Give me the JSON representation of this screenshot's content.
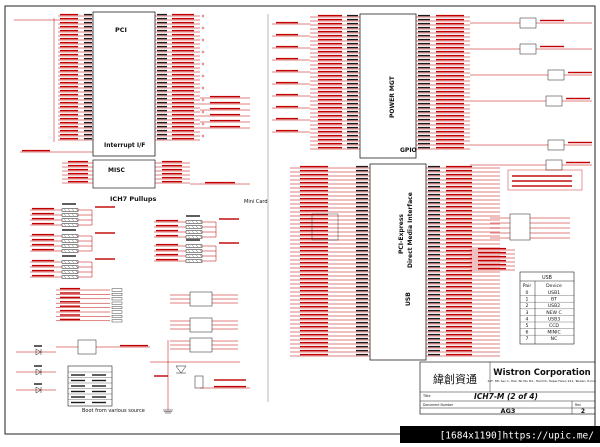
{
  "sections": {
    "pci": "PCI",
    "interrupt": "Interrupt I/F",
    "misc": "MISC",
    "pullups": "ICH7 Pullups",
    "gpio": "GPIO",
    "power_mgt": "POWER MGT",
    "pcie": "PCI-Express",
    "direct_media": "Direct Media Interface",
    "usb": "USB",
    "boot_source": "Boot from various source",
    "mini_card": "Mini Card"
  },
  "usb_table": {
    "title": "USB",
    "headers": [
      "Pair",
      "Device"
    ],
    "rows": [
      [
        "0",
        "USB1"
      ],
      [
        "1",
        "BT"
      ],
      [
        "2",
        "USB2"
      ],
      [
        "3",
        "NEW C"
      ],
      [
        "4",
        "USB3"
      ],
      [
        "5",
        "CCD"
      ],
      [
        "6",
        "MINIC"
      ],
      [
        "7",
        "NC"
      ]
    ]
  },
  "title_block": {
    "company": "Wistron Corporation",
    "address": "21F, 88, Sec.1, Hsin Tai Wu Rd., Hsichih, Taipei Hsien 221, Taiwan, R.O.C.",
    "title_label": "Title",
    "title": "ICH7-M (2 of 4)",
    "doc_label": "Document Number",
    "doc": "AG3",
    "rev_label": "Rev",
    "rev": "2",
    "logo_text": "緯創資通"
  },
  "watermark": "[1684x1190]https://upic.me/",
  "colors": {
    "wire": "#c00000",
    "ink": "#1a1a1a",
    "frame": "#222222"
  }
}
